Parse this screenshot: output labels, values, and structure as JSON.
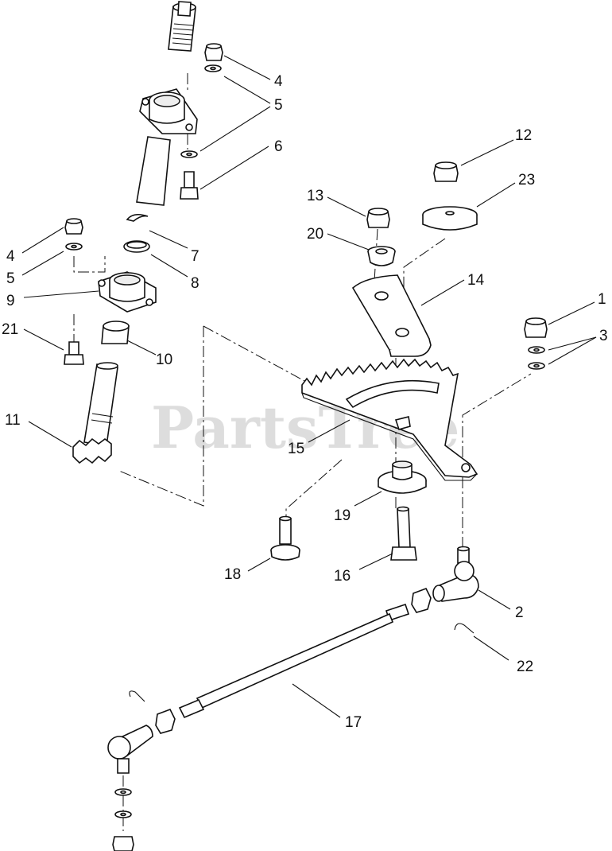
{
  "watermark": "PartsTree",
  "trademark": "TM",
  "callouts": {
    "c1": "1",
    "c2": "2",
    "c3": "3",
    "c4a": "4",
    "c4b": "4",
    "c5a": "5",
    "c5b": "5",
    "c6": "6",
    "c7": "7",
    "c8": "8",
    "c9": "9",
    "c10": "10",
    "c11": "11",
    "c12": "12",
    "c13": "13",
    "c14": "14",
    "c15": "15",
    "c16": "16",
    "c17": "17",
    "c18": "18",
    "c19": "19",
    "c20": "20",
    "c21": "21",
    "c22": "22",
    "c23": "23"
  }
}
